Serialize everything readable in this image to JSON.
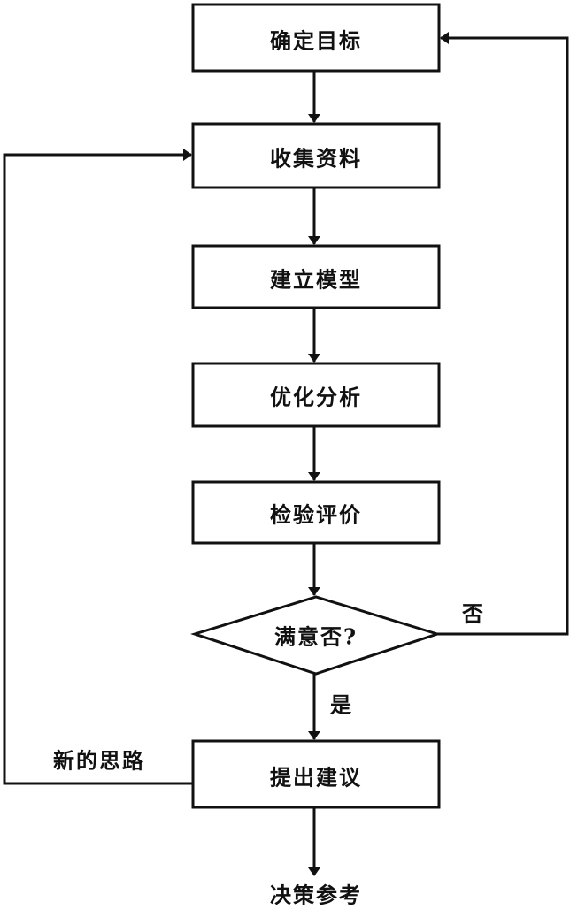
{
  "steps": [
    {
      "label": "确定目标"
    },
    {
      "label": "收集资料"
    },
    {
      "label": "建立模型"
    },
    {
      "label": "优化分析"
    },
    {
      "label": "检验评价"
    }
  ],
  "decision": {
    "label": "满意否?",
    "no_label": "否",
    "yes_label": "是"
  },
  "recommend": {
    "label": "提出建议"
  },
  "feedback_label": "新的思路",
  "output_label": "决策参考",
  "colors": {
    "line": "#111111",
    "background": "#ffffff"
  }
}
